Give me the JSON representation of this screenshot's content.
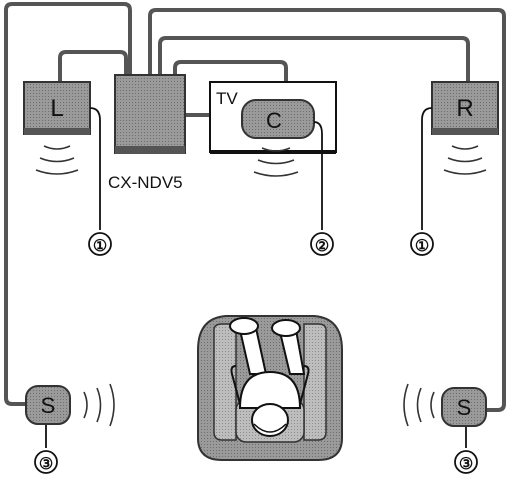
{
  "diagram": {
    "receiver_label": "CX-NDV5",
    "tv_label": "TV",
    "speakers": {
      "front_left": "L",
      "front_right": "R",
      "center": "C",
      "surround_left": "S",
      "surround_right": "S"
    },
    "callouts": {
      "left_front": "①",
      "center": "②",
      "right_front": "①",
      "left_surround": "③",
      "right_surround": "③"
    }
  }
}
